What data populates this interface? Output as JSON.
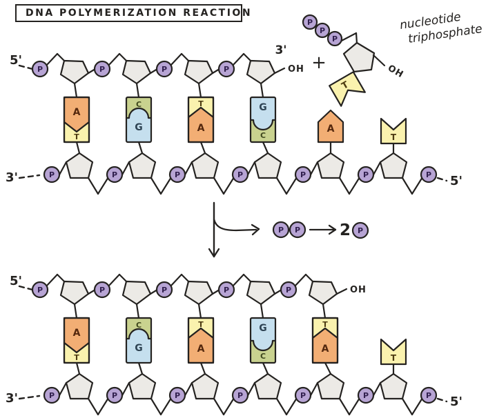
{
  "title": "DNA POLYMERIZATION REACTION",
  "labels": {
    "five_prime": "5'",
    "three_prime": "3'",
    "hydroxyl": "OH",
    "plus": "+",
    "phosphate": "P",
    "coefficient_two": "2",
    "nucleotide_line1": "nucleotide",
    "nucleotide_line2": "triphosphate"
  },
  "colors": {
    "ink": "#242220",
    "phosphate": "#b7a4d4",
    "phosphate_letter": "#31204e",
    "sugar": "#eceae6",
    "base_fill": {
      "A": "#f2ae74",
      "T": "#faf2ae",
      "G": "#c5dfee",
      "C": "#c9d28f"
    },
    "base_letter": {
      "A": "#54280e",
      "T": "#4c3a11",
      "G": "#2e4353",
      "C": "#3e471d"
    }
  },
  "strands": {
    "before_top": [
      "A",
      "C",
      "T",
      "G"
    ],
    "before_bottom": [
      "T",
      "G",
      "A",
      "C",
      "A",
      "T"
    ],
    "after_top": [
      "A",
      "C",
      "T",
      "G",
      "T"
    ],
    "after_bottom": [
      "T",
      "G",
      "A",
      "C",
      "A",
      "T"
    ]
  },
  "pairing": {
    "before_paired": 4,
    "after_paired": 5
  },
  "incoming_nucleotide": {
    "base": "T",
    "phosphate_count": 3
  },
  "reaction_step": {
    "released_phosphates": 2,
    "product_coefficient": "2"
  }
}
